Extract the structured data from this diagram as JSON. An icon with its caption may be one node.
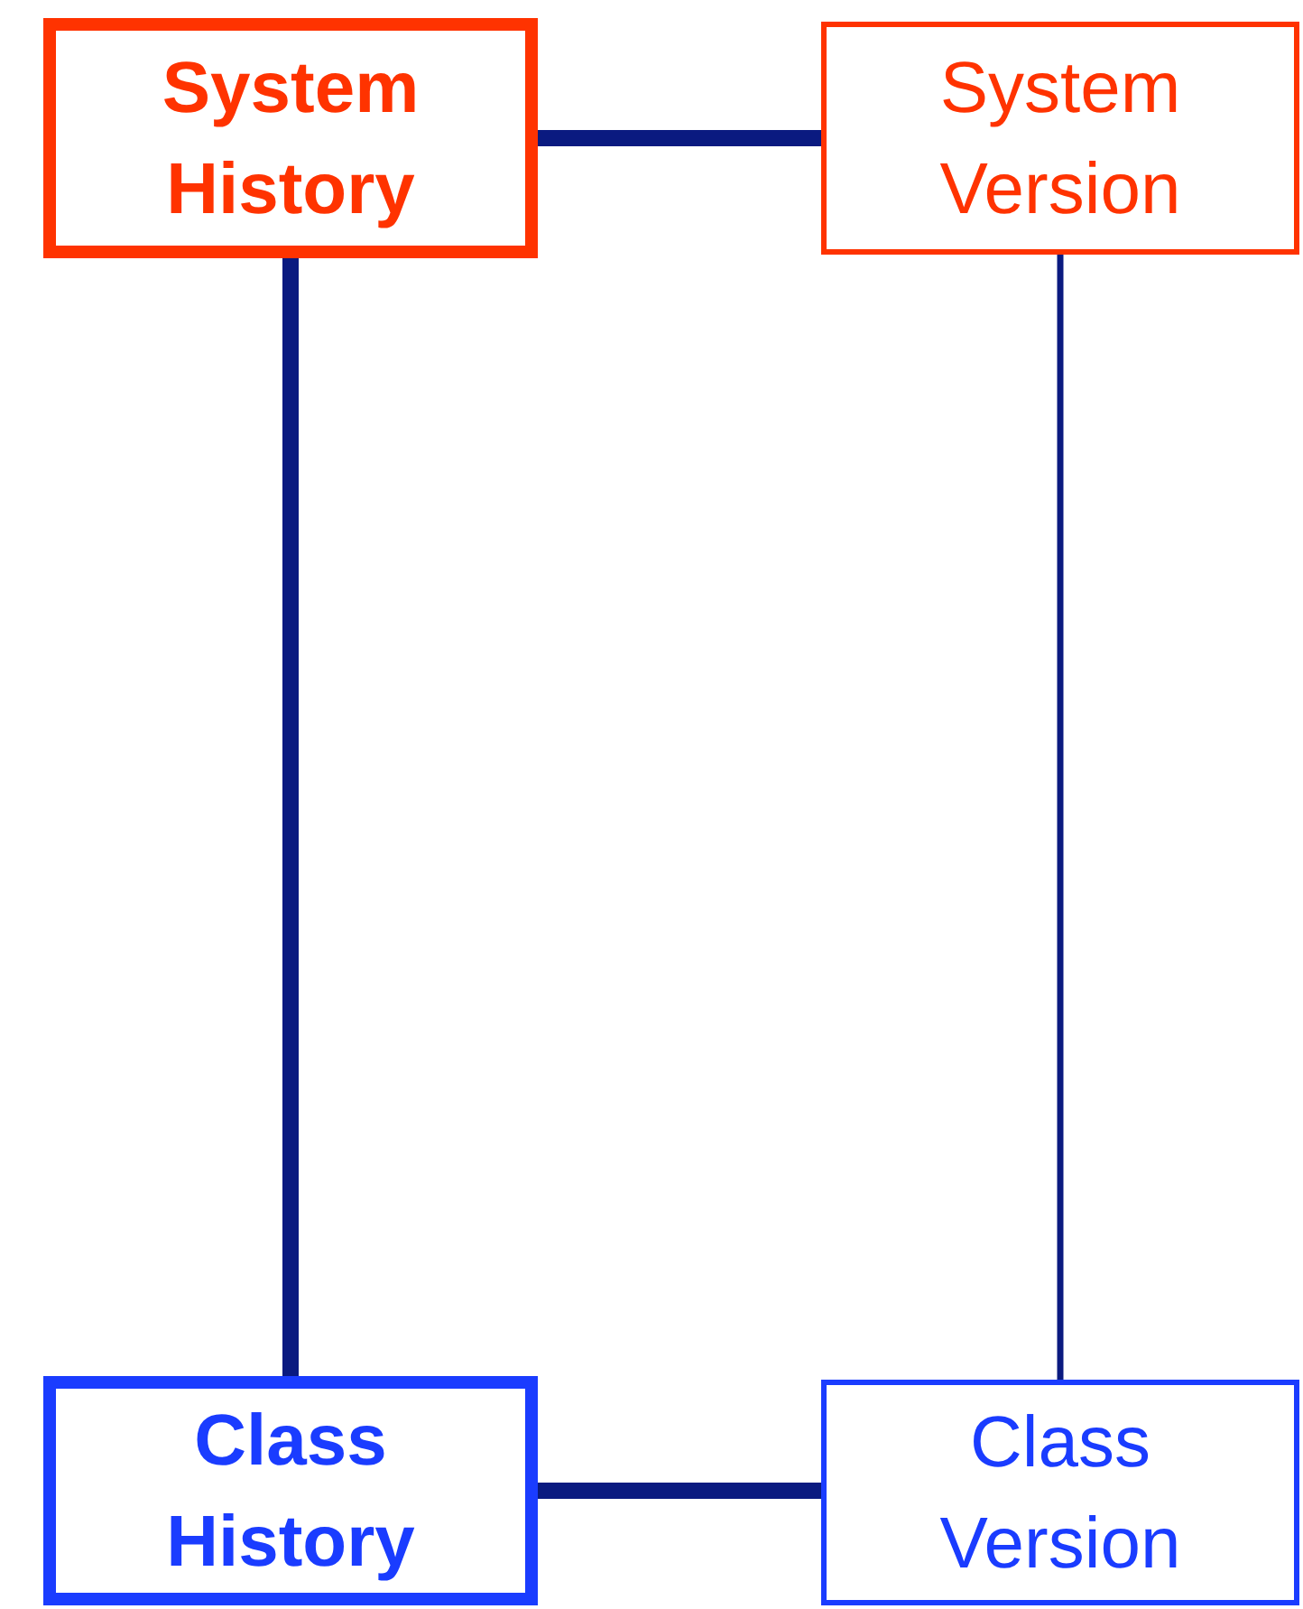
{
  "diagram": {
    "nodes": [
      {
        "text": [
          "System History"
        ]
      },
      {
        "text": [
          "System Version"
        ]
      },
      {
        "text": [
          "Class History"
        ]
      },
      {
        "text": [
          "Class Version"
        ]
      }
    ],
    "edges": [
      {
        "from": 0,
        "to": 1,
        "arrow": "none"
      },
      {
        "from": 0,
        "to": 2,
        "arrow": "none"
      },
      {
        "from": 1,
        "to": 3,
        "arrow": "none"
      },
      {
        "from": 2,
        "to": 3,
        "arrow": "none"
      }
    ]
  }
}
